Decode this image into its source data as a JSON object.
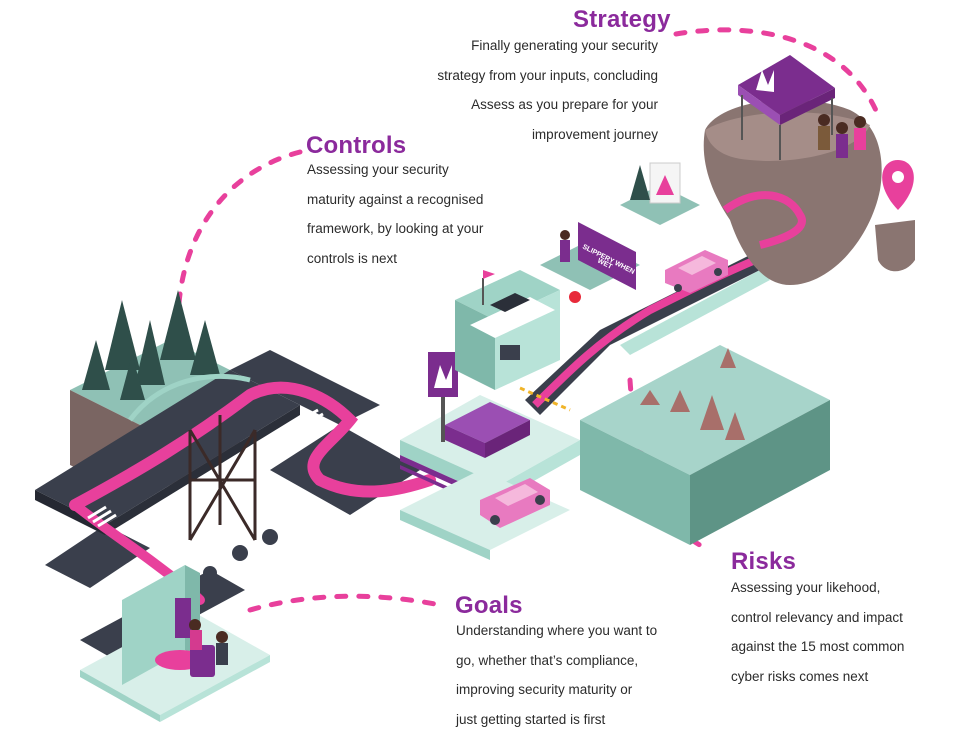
{
  "colors": {
    "accent": "#8b2a9c",
    "pink": "#e8409c",
    "road": "#3a3f4c",
    "teal": "#8fc1b5",
    "teal_dark": "#5e9486",
    "rock": "#8a7571",
    "purple": "#7b2d8e"
  },
  "icons": [
    "location-pin-icon",
    "tree-icon",
    "tent-icon",
    "car-icon",
    "sign-icon",
    "flag-icon"
  ],
  "stages": {
    "strategy": {
      "title": "Strategy",
      "lines": [
        "Finally generating your security",
        "strategy from your inputs, concluding",
        "Assess as you prepare for your",
        "improvement journey"
      ]
    },
    "controls": {
      "title": "Controls",
      "lines": [
        "Assessing your security",
        "maturity against a recognised",
        "framework, by looking at your",
        "controls is next"
      ]
    },
    "risks": {
      "title": "Risks",
      "lines": [
        "Assessing your likehood,",
        "control relevancy and impact",
        "against the 15 most common",
        "cyber risks comes next"
      ]
    },
    "goals": {
      "title": "Goals",
      "lines": [
        "Understanding where you want to",
        "go, whether that’s compliance,",
        "improving security maturity or",
        "just getting started is first"
      ]
    }
  },
  "signs": {
    "slippery_line1": "SLIPPERY WHEN",
    "slippery_line2": "WET"
  }
}
